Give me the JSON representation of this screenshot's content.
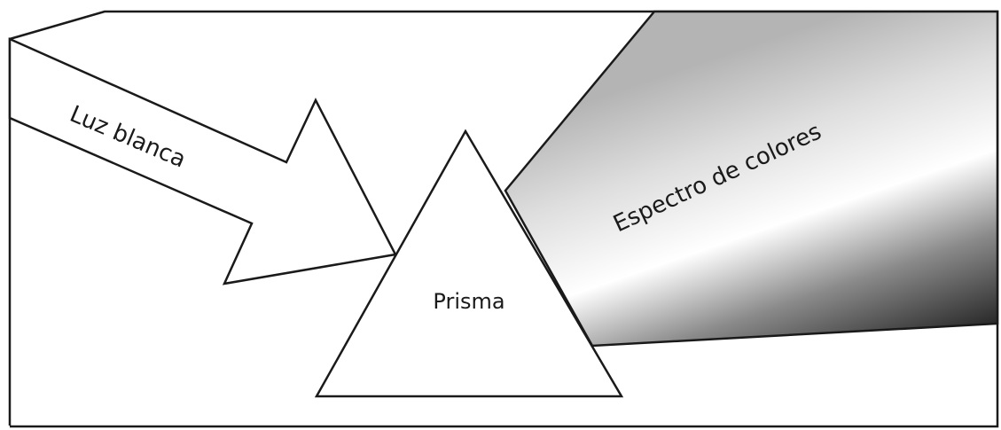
{
  "labels": {
    "white_light": "Luz blanca",
    "spectrum": "Espectro de colores",
    "prism": "Prisma"
  },
  "colors": {
    "stroke": "#1a1a1a",
    "background": "#ffffff",
    "spectrum_gradient": [
      "#b4b4b4",
      "#dedede",
      "#ffffff",
      "#8a8a8a",
      "#1a1a1a"
    ]
  }
}
